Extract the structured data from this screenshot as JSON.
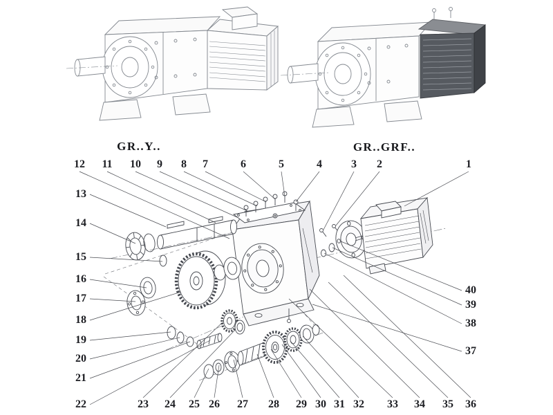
{
  "figure": {
    "left_variant_label": "GR..Y..",
    "right_variant_label": "GR..GRF.."
  },
  "callouts": {
    "top_row": [
      "12",
      "11",
      "10",
      "9",
      "8",
      "7",
      "6",
      "5",
      "4",
      "3",
      "2",
      "1"
    ],
    "left_column": [
      "13",
      "14",
      "15",
      "16",
      "17",
      "18",
      "19",
      "20",
      "21",
      "22"
    ],
    "right_column": [
      "40",
      "39",
      "38",
      "37"
    ],
    "bottom_row": [
      "23",
      "24",
      "25",
      "26",
      "27",
      "28",
      "29",
      "30",
      "31",
      "32",
      "33",
      "34",
      "35",
      "36"
    ]
  }
}
